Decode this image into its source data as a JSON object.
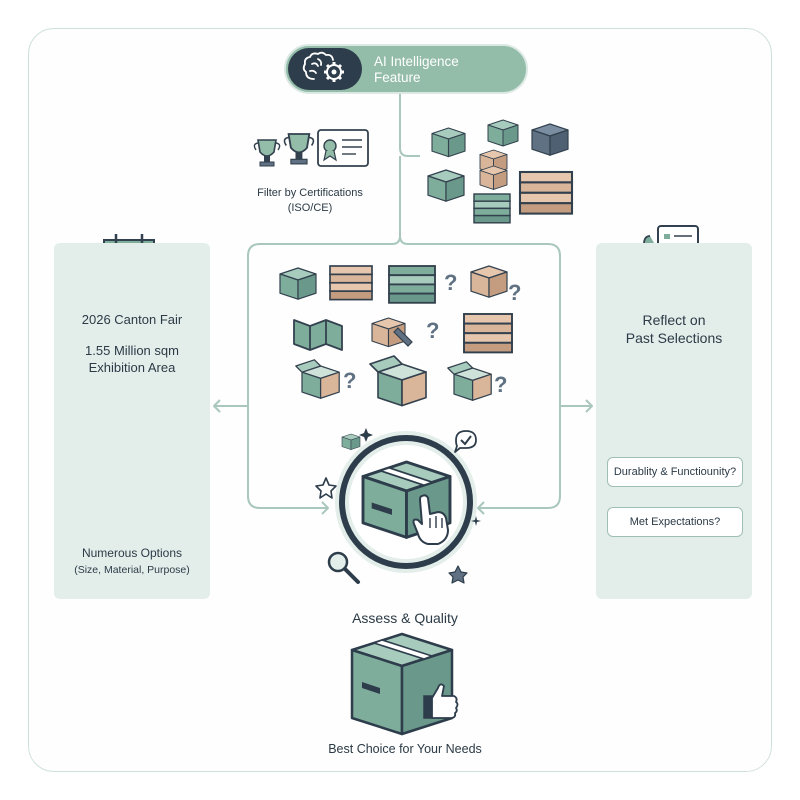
{
  "header": {
    "title_line1": "AI Intelligence",
    "title_line2": "Feature",
    "icon": "brain-gear-icon"
  },
  "certifications": {
    "line1": "Filter by Certifications",
    "line2": "(ISO/CE)",
    "icons": [
      "trophy-icon",
      "trophy-icon",
      "certificate-icon"
    ]
  },
  "left_panel": {
    "icon": "calendar-clock-icon",
    "event": "2026 Canton Fair",
    "area_line1": "1.55 Million sqm",
    "area_line2": "Exhibition Area",
    "options_title": "Numerous Options",
    "options_detail": "(Size, Material, Purpose)"
  },
  "center": {
    "mystery_glyph": "?",
    "assess_label": "Assess & Quality",
    "final_label": "Best Choice for Your Needs"
  },
  "right_panel": {
    "icon": "document-chat-icon",
    "title_line1": "Reflect on",
    "title_line2": "Past Selections",
    "check_icon": "checkmark-icon",
    "arrows": [
      "arrow-up-icon",
      "arrow-down-icon"
    ],
    "question1": "Durablity & Functiounity?",
    "question2": "Met Expectations?"
  },
  "colors": {
    "accent_green": "#93bca9",
    "box_green": "#7fad9b",
    "box_tan": "#d9b59a",
    "box_slate": "#5f7183",
    "dark_navy": "#2e3d4b",
    "panel_bg": "#e3eeeb",
    "connector": "#a9c7bd"
  }
}
